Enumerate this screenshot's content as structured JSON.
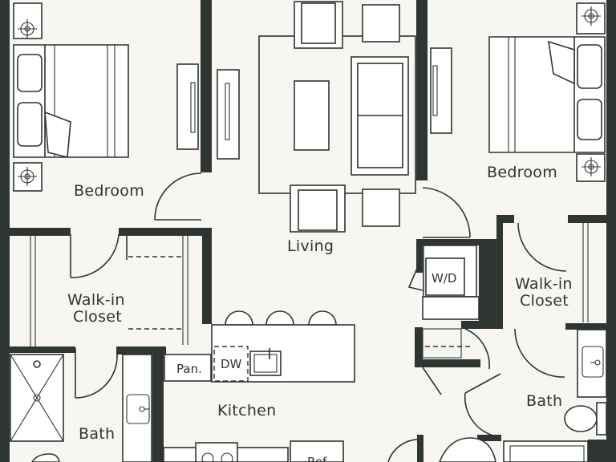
{
  "rooms": {
    "bedroom_left": "Bedroom",
    "bedroom_right": "Bedroom",
    "living": "Living",
    "walkin_left_1": "Walk-in",
    "walkin_left_2": "Closet",
    "walkin_right_1": "Walk-in",
    "walkin_right_2": "Closet",
    "bath_left": "Bath",
    "bath_right": "Bath",
    "kitchen": "Kitchen"
  },
  "fixtures": {
    "washer_dryer": "W/D",
    "dishwasher": "DW",
    "pantry": "Pan.",
    "fridge_partial": "Ref"
  },
  "colors": {
    "wall": "#2e3532",
    "floor": "#f7f6f1",
    "fixture": "#ffffff"
  }
}
